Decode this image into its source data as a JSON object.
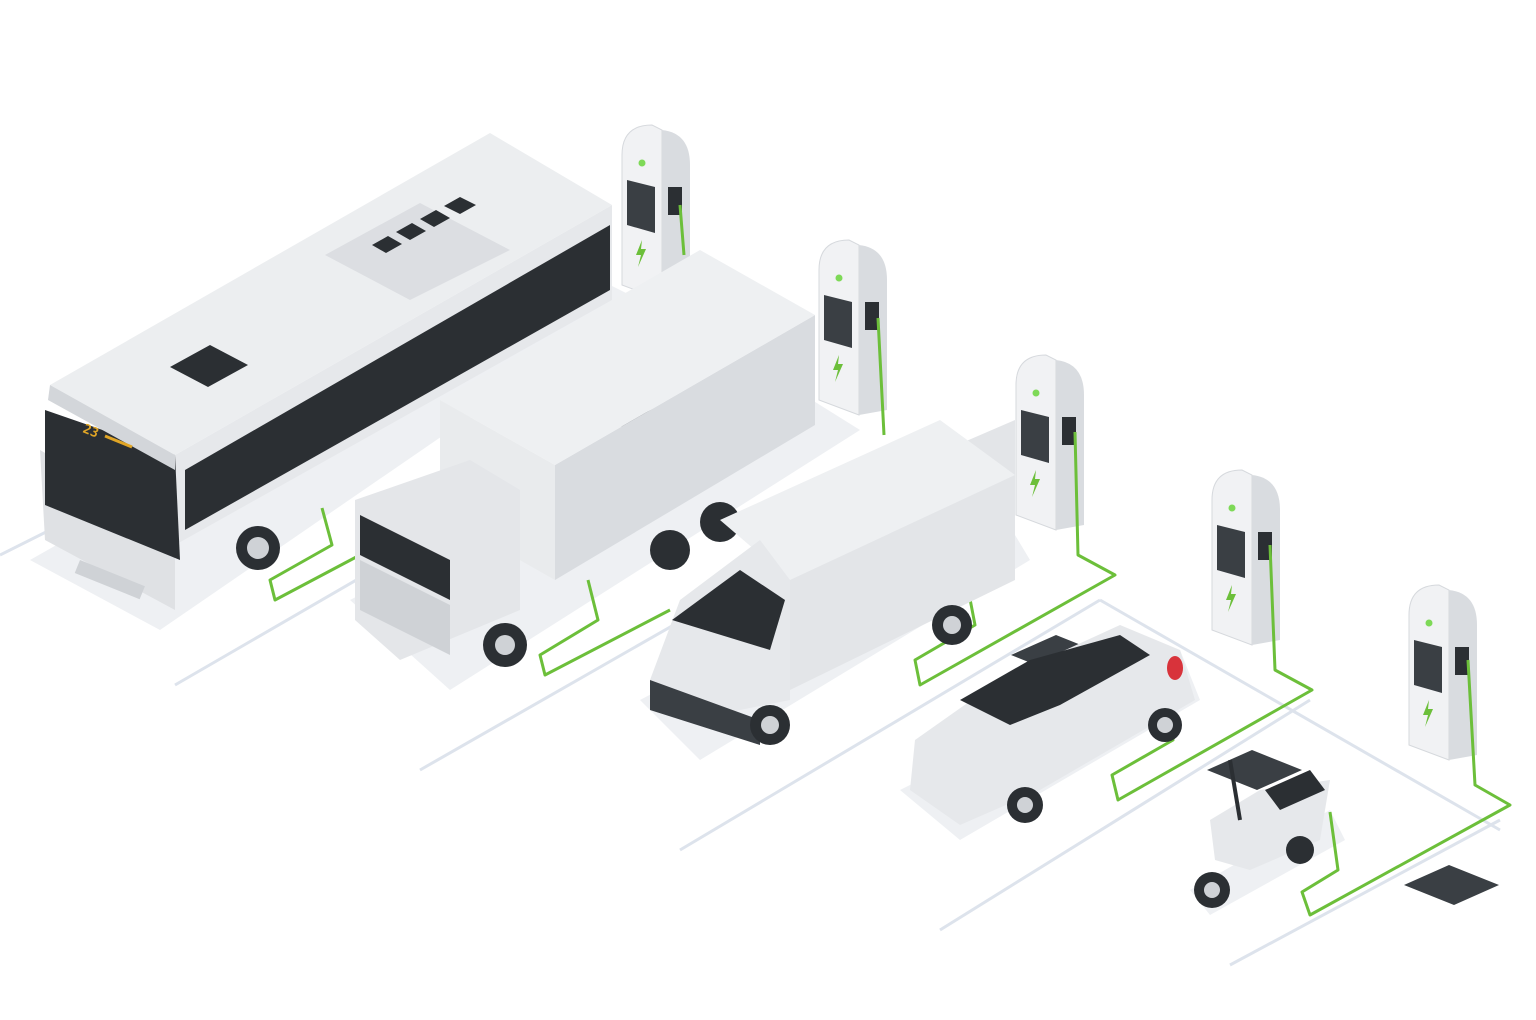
{
  "scene": {
    "bus": {
      "route_display": "23"
    },
    "icons": [
      "bolt-icon",
      "status-led-icon",
      "charging-cable-icon"
    ],
    "vehicles": [
      "bus",
      "truck",
      "van",
      "car",
      "scooter"
    ],
    "charger_count": 5
  },
  "colors": {
    "background": "#ffffff",
    "body_white": "#e4e6e9",
    "body_light": "#f1f2f4",
    "body_shade": "#c9ccd1",
    "glass_dark": "#2b2f33",
    "cable_green": "#6cbf3a",
    "led_green": "#7ed957",
    "display_amber": "#e0a526",
    "ground_line": "#dde3ec",
    "tail_light_red": "#d8333b"
  }
}
